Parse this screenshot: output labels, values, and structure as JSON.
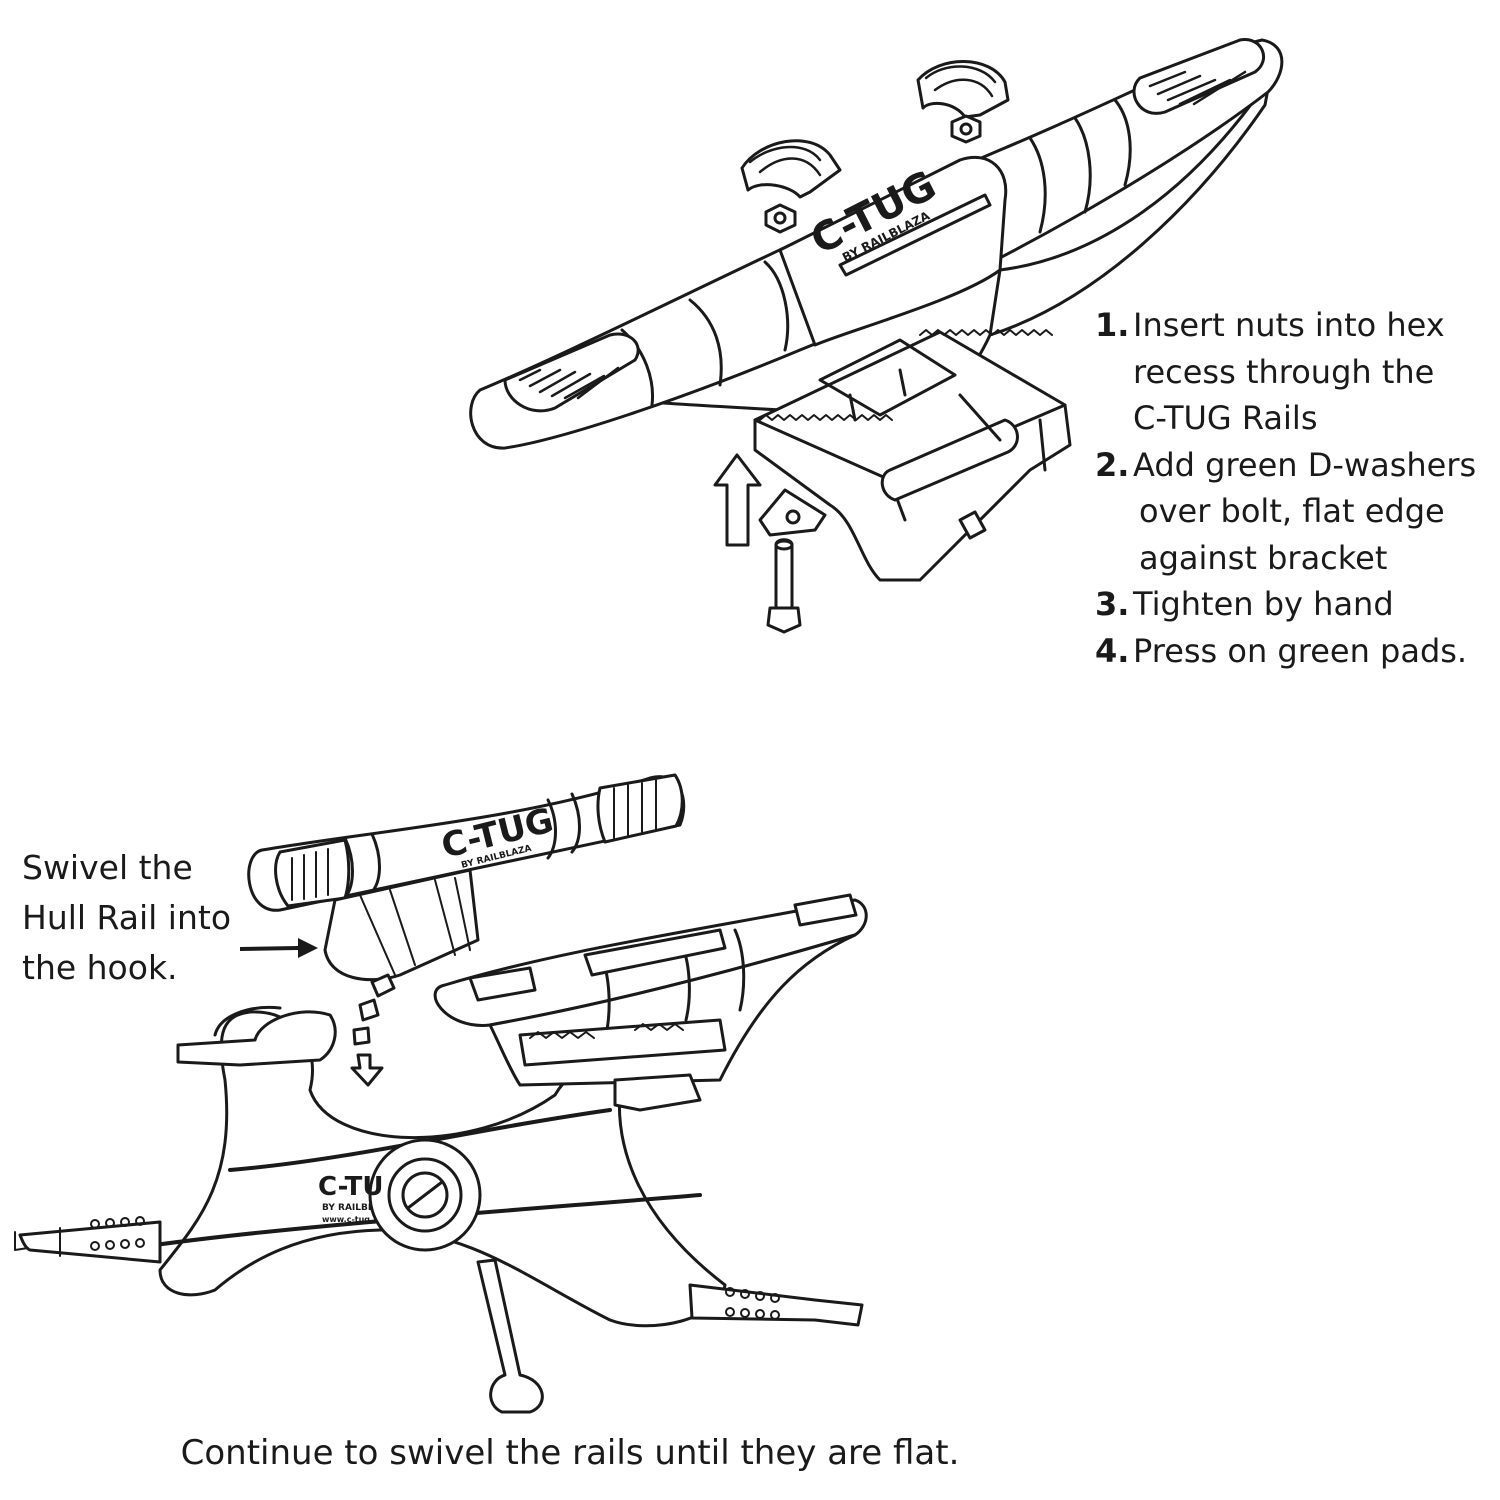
{
  "steps": [
    {
      "number": "1.",
      "lines": [
        "Insert nuts into hex",
        "recess through the",
        "C-TUG Rails"
      ]
    },
    {
      "number": "2.",
      "lines": [
        "Add green D-washers",
        "over bolt, flat edge",
        "against bracket"
      ]
    },
    {
      "number": "3.",
      "lines": [
        "Tighten by hand"
      ]
    },
    {
      "number": "4.",
      "lines": [
        "Press on green pads."
      ]
    }
  ],
  "captions": {
    "swivel_lines": [
      "Swivel the",
      "Hull Rail into",
      "the hook."
    ],
    "continue": "Continue to swivel the rails until they are flat."
  },
  "logos": {
    "top_rail": "C-TUG",
    "top_rail_sub": "BY RAILBLAZA",
    "upper_bottom_rail": "C-TUG",
    "upper_bottom_rail_sub": "BY RAILBLAZA",
    "frame": "C-TU",
    "frame_sub": "BY RAILBL",
    "frame_url": "www.c-tug"
  },
  "colors": {
    "line": "#1a1a1a",
    "background": "#ffffff"
  }
}
